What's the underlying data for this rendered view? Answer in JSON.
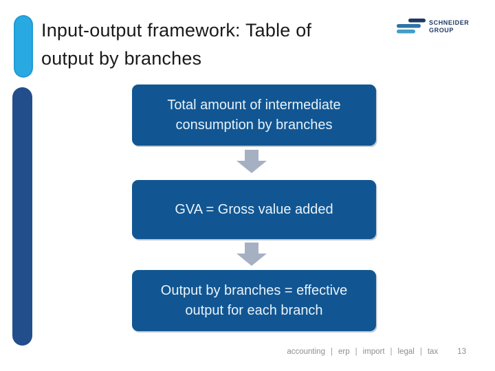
{
  "slide": {
    "title": "Input-output framework: Table of output by branches",
    "title_line1": "Input-output framework: Table of",
    "title_line2": "output by branches",
    "title_color": "#1A1A1A",
    "background_color": "#FFFFFF"
  },
  "accents": {
    "light_pill_color": "#29A9E1",
    "dark_pill_color": "#234E8C"
  },
  "logo": {
    "name": "SCHNEIDER GROUP",
    "line1": "SCHNEIDER",
    "line2": "GROUP",
    "text_color": "#1F3864",
    "bar_top_color": "#1F3864",
    "bar_middle_color": "#2E74A8",
    "bar_bottom_color": "#3FA0C8"
  },
  "diagram": {
    "type": "flowchart-vertical",
    "box_color": "#115692",
    "box_text_color": "#E9F2FA",
    "arrow_color": "#A6B0C3",
    "boxes": [
      {
        "label": "Total amount of intermediate consumption by branches"
      },
      {
        "label": "GVA = Gross value added"
      },
      {
        "label": "Output by branches = effective output for each branch"
      }
    ]
  },
  "footer": {
    "items": [
      "accounting",
      "erp",
      "import",
      "legal",
      "tax"
    ],
    "separator": "|",
    "page_number": "13"
  }
}
